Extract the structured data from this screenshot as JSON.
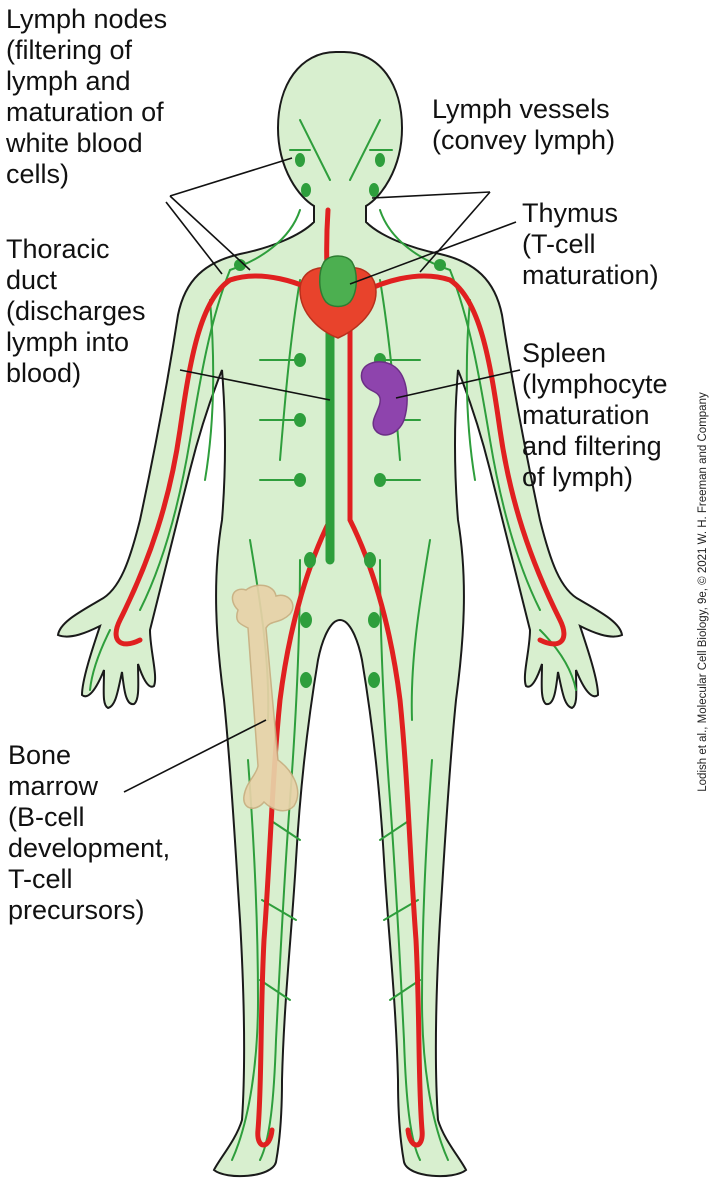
{
  "labels": {
    "lymph_nodes": "Lymph nodes\n(filtering of\nlymph and\nmaturation of\nwhite blood\ncells)",
    "lymph_vessels": "Lymph vessels\n(convey lymph)",
    "thymus": "Thymus\n(T-cell\nmaturation)",
    "thoracic_duct": "Thoracic\nduct\n(discharges\nlymph into\nblood)",
    "spleen": "Spleen\n(lymphocyte\nmaturation\nand filtering\nof lymph)",
    "bone_marrow": "Bone\nmarrow\n(B-cell\ndevelopment,\nT-cell\nprecursors)"
  },
  "credit": "Lodish et al., Molecular Cell Biology, 9e, © 2021 W. H. Freeman and Company",
  "colors": {
    "body_fill": "#d8efcf",
    "body_outline": "#1a1a1a",
    "lymph_vessel": "#2e9e3c",
    "blood_vessel": "#e02020",
    "heart": "#e8432c",
    "thymus": "#4caf50",
    "spleen": "#8e44ad",
    "bone": "#e8d2a8"
  }
}
